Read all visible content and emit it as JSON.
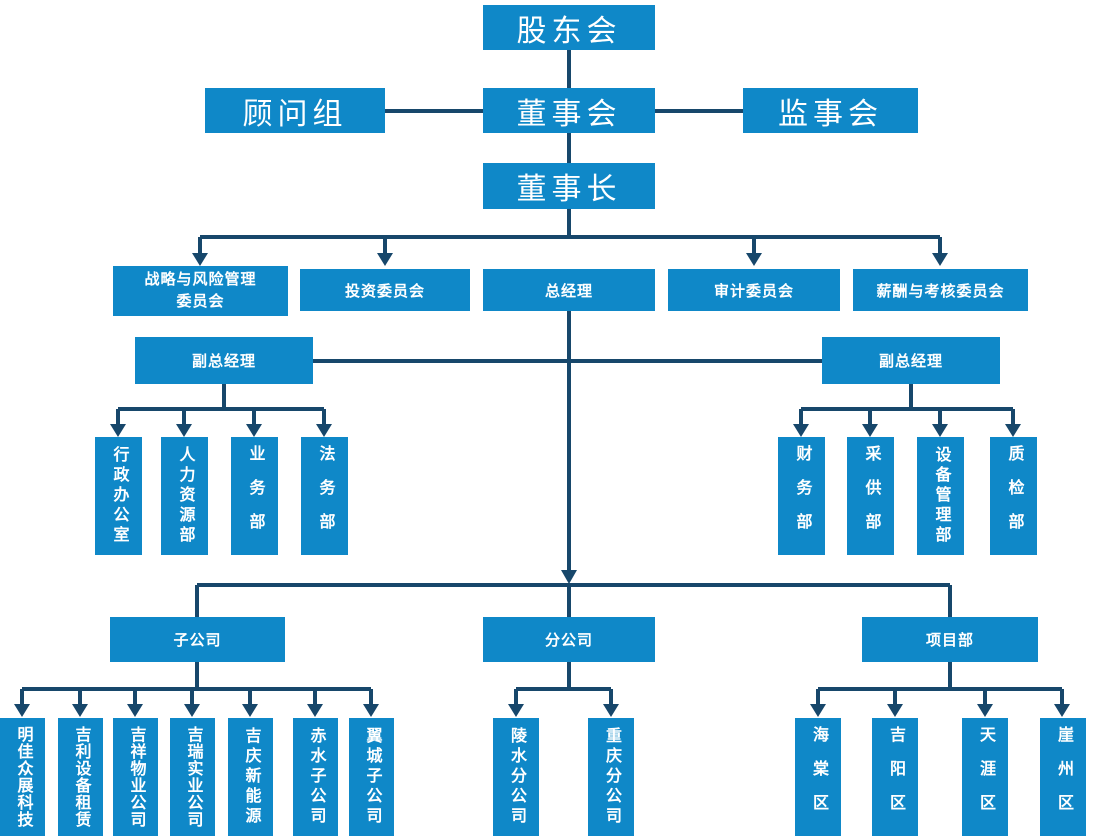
{
  "colors": {
    "box": "#0f88c8",
    "line": "#17476b",
    "text": "#ffffff",
    "bg": "#ffffff"
  },
  "org": {
    "shareholders_meeting": "股东会",
    "advisory_group": "顾问组",
    "board_of_directors": "董事会",
    "supervisory_board": "监事会",
    "chairman": "董事长",
    "strategy_risk_committee": "战略与风险管理委员会",
    "investment_committee": "投资委员会",
    "general_manager": "总经理",
    "audit_committee": "审计委员会",
    "compensation_committee": "薪酬与考核委员会",
    "deputy_gm_left": "副总经理",
    "deputy_gm_right": "副总经理",
    "admin_office": "行政办公室",
    "hr_dept": "人力资源部",
    "business_dept": "业务部",
    "legal_dept": "法务部",
    "finance_dept": "财务部",
    "procurement_dept": "采供部",
    "equipment_dept": "设备管理部",
    "quality_dept": "质检部",
    "subsidiaries": "子公司",
    "branches": "分公司",
    "projects": "项目部",
    "sub_mingjia": "明佳众展科技",
    "sub_jili": "吉利设备租赁",
    "sub_jixiang": "吉祥物业公司",
    "sub_jirui": "吉瑞实业公司",
    "sub_jiqing": "吉庆新能源",
    "sub_chishui": "赤水子公司",
    "sub_yicheng": "翼城子公司",
    "branch_lingshui": "陵水分公司",
    "branch_chongqing": "重庆分公司",
    "proj_haitang": "海棠区",
    "proj_jiyang": "吉阳区",
    "proj_tianya": "天涯区",
    "proj_yazhou": "崖州区"
  },
  "hierarchy": {
    "股东会": [
      "董事会"
    ],
    "董事会": [
      "董事长"
    ],
    "董事长": [
      "战略与风险管理委员会",
      "投资委员会",
      "总经理",
      "审计委员会",
      "薪酬与考核委员会"
    ],
    "总经理": [
      "副总经理",
      "副总经理",
      "子公司",
      "分公司",
      "项目部"
    ],
    "副总经理(左)": [
      "行政办公室",
      "人力资源部",
      "业务部",
      "法务部"
    ],
    "副总经理(右)": [
      "财务部",
      "采供部",
      "设备管理部",
      "质检部"
    ],
    "子公司": [
      "明佳众展科技",
      "吉利设备租赁",
      "吉祥物业公司",
      "吉瑞实业公司",
      "吉庆新能源",
      "赤水子公司",
      "翼城子公司"
    ],
    "分公司": [
      "陵水分公司",
      "重庆分公司"
    ],
    "项目部": [
      "海棠区",
      "吉阳区",
      "天涯区",
      "崖州区"
    ],
    "lateral_links": [
      [
        "顾问组",
        "董事会"
      ],
      [
        "董事会",
        "监事会"
      ]
    ]
  }
}
